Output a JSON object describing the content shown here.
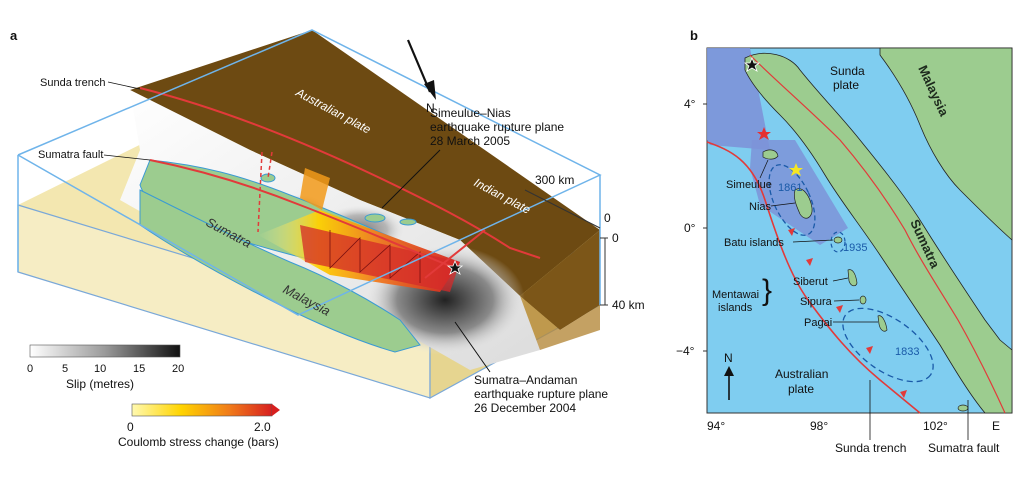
{
  "panel_a": {
    "panel_label": "a",
    "labels": {
      "sunda_trench": "Sunda trench",
      "sumatra_fault": "Sumatra fault",
      "australian_plate": "Australian plate",
      "indian_plate": "Indian plate",
      "sumatra": "Sumatra",
      "malaysia": "Malaysia",
      "north": "N",
      "simeulue_line1": "Simeulue–Nias",
      "simeulue_line2": "earthquake rupture plane",
      "simeulue_line3": "28 March 2005",
      "andaman_line1": "Sumatra–Andaman",
      "andaman_line2": "earthquake rupture plane",
      "andaman_line3": "26 December 2004",
      "scale_300": "300 km",
      "depth_0a": "0",
      "depth_0b": "0",
      "depth_40": "40 km"
    },
    "slip_bar": {
      "ticks": [
        "0",
        "5",
        "10",
        "15",
        "20"
      ],
      "title": "Slip (metres)"
    },
    "coulomb_bar": {
      "ticks": [
        "0",
        "2.0"
      ],
      "title": "Coulomb stress change (bars)"
    }
  },
  "panel_b": {
    "panel_label": "b",
    "labels": {
      "sunda_plate_1": "Sunda",
      "sunda_plate_2": "plate",
      "malaysia": "Malaysia",
      "sumatra": "Sumatra",
      "simeulue": "Simeulue",
      "nias": "Nias",
      "batu": "Batu islands",
      "siberut": "Siberut",
      "sipura": "Sipura",
      "pagai": "Pagai",
      "mentawai_1": "Mentawai",
      "mentawai_2": "islands",
      "australian_plate_1": "Australian",
      "australian_plate_2": "plate",
      "north": "N",
      "year_1861": "1861",
      "year_1935": "1935",
      "year_1833": "1833",
      "sunda_trench": "Sunda trench",
      "sumatra_fault": "Sumatra fault"
    },
    "lat_ticks": [
      "4°",
      "0°",
      "−4°"
    ],
    "lon_ticks": [
      "94°",
      "98°",
      "102°",
      "E"
    ]
  },
  "colors": {
    "ocean": "#7fcdf0",
    "land": "#9ccc8f",
    "rupture": "#7d93d8",
    "trench": "#e23a3a",
    "plate_brown": "#6d4a12",
    "base_tan": "#f3e7b0"
  }
}
